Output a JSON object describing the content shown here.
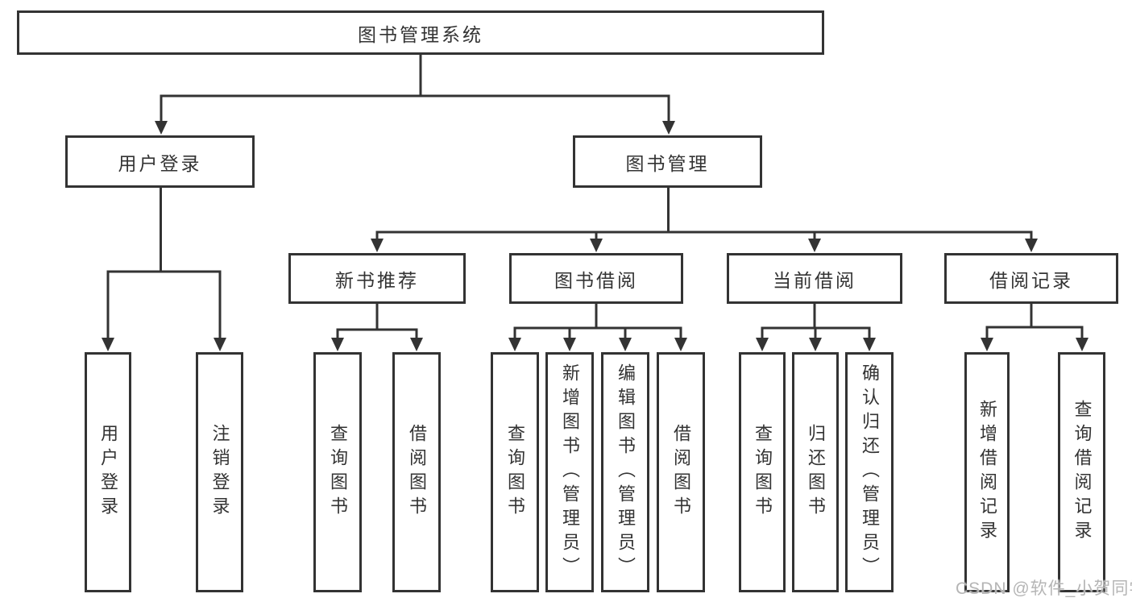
{
  "nodes": {
    "root": "图书管理系统",
    "user_login": "用户登录",
    "book_management": "图书管理",
    "user_login_leaf": "用户登录",
    "logout_leaf": "注销登录",
    "new_book_recommend": "新书推荐",
    "book_borrow": "图书借阅",
    "current_borrow": "当前借阅",
    "borrow_records": "借阅记录",
    "nbr_query_book": "查询图书",
    "nbr_borrow_book": "借阅图书",
    "bb_query_book": "查询图书",
    "bb_add_book": "新增图书（管理员）",
    "bb_edit_book": "编辑图书（管理员）",
    "bb_borrow_book": "借阅图书",
    "cb_query_book": "查询图书",
    "cb_return_book": "归还图书",
    "cb_confirm_return": "确认归还（管理员）",
    "br_add_record": "新增借阅记录",
    "br_query_record": "查询借阅记录"
  },
  "watermark": "CSDN @软件_小贺同学",
  "colors": {
    "line": "#333333",
    "text": "#333333",
    "watermark": "#b5b5b5",
    "background": "#ffffff"
  }
}
